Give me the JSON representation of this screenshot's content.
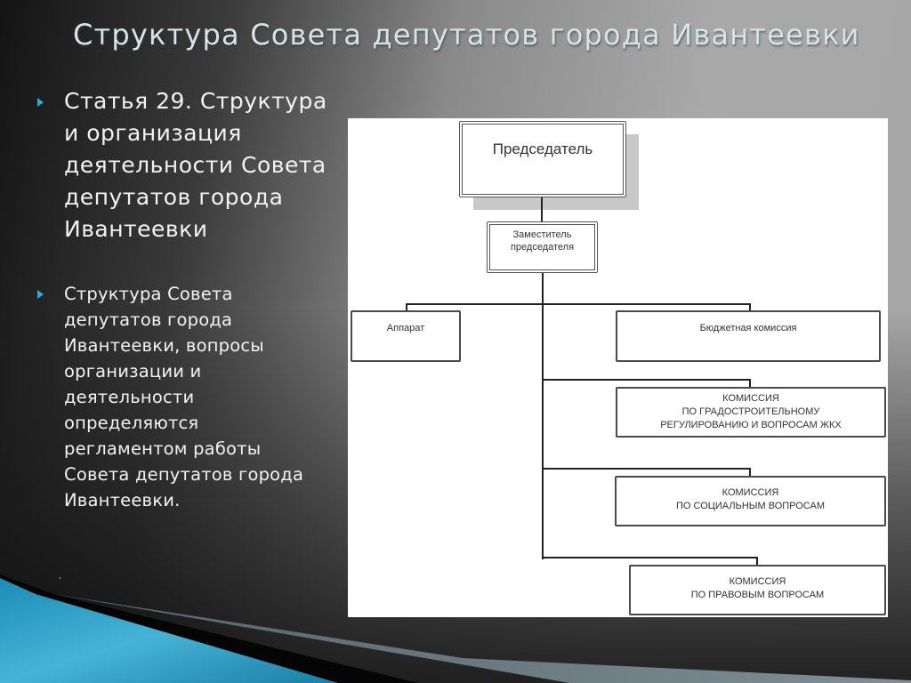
{
  "slide": {
    "title": "Структура Совета депутатов города Ивантеевки",
    "bullets": [
      {
        "text": "Статья 29. Структура\nи организация\nдеятельности Совета\nдепутатов города\nИвантеевки"
      },
      {
        "text": "Структура Совета\nдепутатов города\nИвантеевки, вопросы\nорганизации и\nдеятельности\nопределяются\nрегламентом  работы\nСовета депутатов города\nИвантеевки."
      }
    ],
    "colors": {
      "bullet": "#3aa6c8",
      "title": "#d7e3e4",
      "accent_swoosh": "#2a9ec4"
    }
  },
  "diagram": {
    "nodes": {
      "chairman": "Председатель",
      "deputy_line1": "Заместитель",
      "deputy_line2": "председателя",
      "apparatus": "Аппарат",
      "budget": "Бюджетная комиссия",
      "urban_line1": "КОМИССИЯ",
      "urban_line2": "ПО ГРАДОСТРОИТЕЛЬНОМУ",
      "urban_line3": "РЕГУЛИРОВАНИЮ И ВОПРОСАМ ЖКХ",
      "social_line1": "КОМИССИЯ",
      "social_line2": "ПО СОЦИАЛЬНЫМ ВОПРОСАМ",
      "legal_line1": "КОМИССИЯ",
      "legal_line2": "ПО ПРАВОВЫМ ВОПРОСАМ"
    },
    "edges": [
      [
        "Председатель",
        "Заместитель председателя"
      ],
      [
        "Заместитель председателя",
        "Аппарат"
      ],
      [
        "Заместитель председателя",
        "Бюджетная комиссия"
      ],
      [
        "Заместитель председателя",
        "Комиссия по градостроительному регулированию и вопросам ЖКХ"
      ],
      [
        "Заместитель председателя",
        "Комиссия по социальным вопросам"
      ],
      [
        "Заместитель председателя",
        "Комиссия по правовым вопросам"
      ]
    ]
  }
}
